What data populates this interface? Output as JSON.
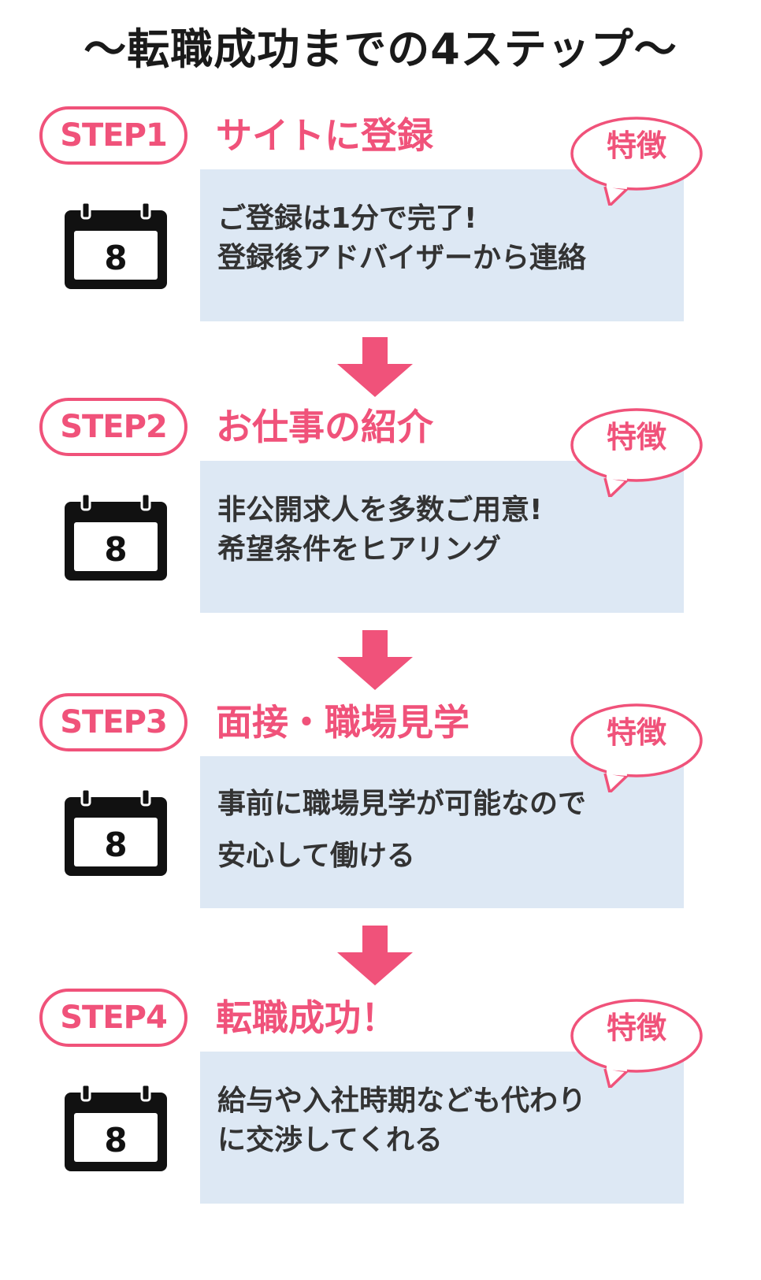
{
  "title": "〜転職成功までの4ステップ〜",
  "badge_label": "特徴",
  "calendar_day": "8",
  "colors": {
    "accent": "#f0527a",
    "box_bg": "#dde8f4",
    "text": "#333333",
    "icon": "#111111"
  },
  "steps": [
    {
      "label": "STEP1",
      "title": "サイトに登録",
      "lines": [
        "ご登録は1分で完了!",
        "登録後アドバイザーから連絡"
      ]
    },
    {
      "label": "STEP2",
      "title": "お仕事の紹介",
      "lines": [
        "非公開求人を多数ご用意!",
        "希望条件をヒアリング"
      ]
    },
    {
      "label": "STEP3",
      "title": "面接・職場見学",
      "lines": [
        "事前に職場見学が可能なので",
        "安心して働ける"
      ]
    },
    {
      "label": "STEP4",
      "title": "転職成功！",
      "lines": [
        "給与や入社時期なども代わり",
        "に交渉してくれる"
      ]
    }
  ]
}
